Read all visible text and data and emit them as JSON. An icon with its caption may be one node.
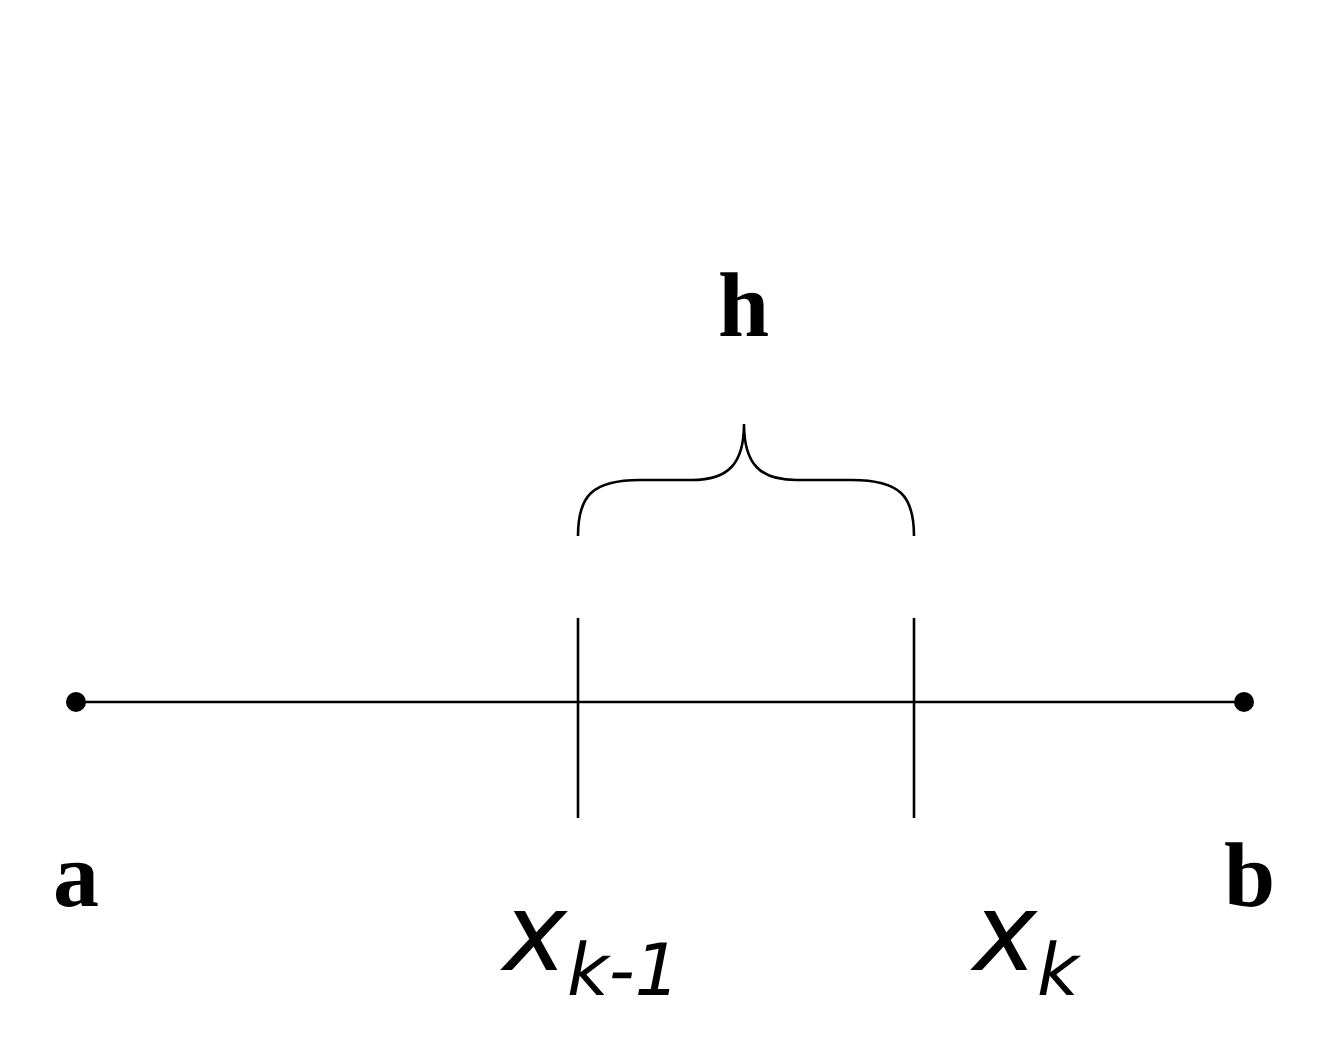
{
  "diagram": {
    "labels": [
      "h",
      "a",
      "b",
      "x$_{k-1}$",
      "x$_{k}$"
    ]
  }
}
